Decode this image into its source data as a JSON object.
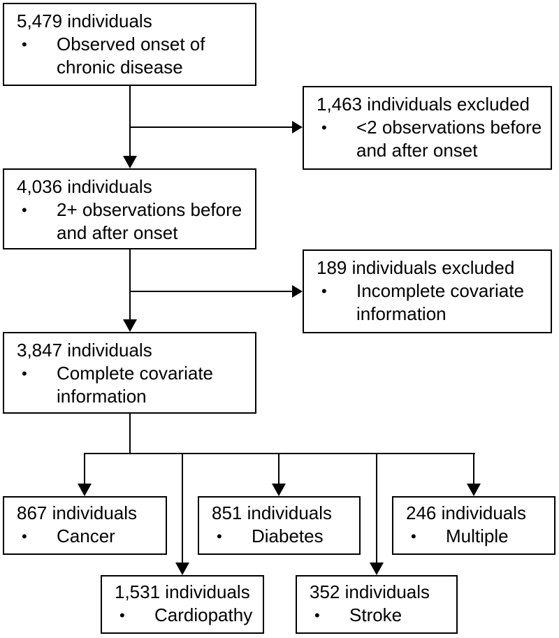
{
  "figure": {
    "type": "study-flow-diagram",
    "bullet_char": "•"
  },
  "colors": {
    "border": "#000000",
    "text": "#000000",
    "background": "#ffffff"
  },
  "boxes": {
    "enrolled": {
      "title": "5,479 individuals",
      "bullet": "Observed onset of chronic disease",
      "bullet_lines": [
        "Observed onset of",
        "chronic disease"
      ]
    },
    "excluded1": {
      "title": "1,463 individuals excluded",
      "bullet": "<2 observations before and after onset",
      "bullet_lines": [
        "<2 observations before",
        "and after onset"
      ]
    },
    "observations": {
      "title": "4,036 individuals",
      "bullet": "2+ observations before and after onset",
      "bullet_lines": [
        "2+ observations before",
        "and after onset"
      ]
    },
    "excluded2": {
      "title": "189 individuals excluded",
      "bullet": "Incomplete covariate information",
      "bullet_lines": [
        "Incomplete covariate",
        "information"
      ]
    },
    "complete": {
      "title": "3,847 individuals",
      "bullet": "Complete covariate information",
      "bullet_lines": [
        "Complete covariate",
        "information"
      ]
    },
    "cancer": {
      "title": "867 individuals",
      "bullet": "Cancer",
      "bullet_lines": [
        "Cancer"
      ]
    },
    "diabetes": {
      "title": "851 individuals",
      "bullet": "Diabetes",
      "bullet_lines": [
        "Diabetes"
      ]
    },
    "multiple": {
      "title": "246 individuals",
      "bullet": "Multiple",
      "bullet_lines": [
        "Multiple"
      ]
    },
    "cardiopathy": {
      "title": "1,531 individuals",
      "bullet": "Cardiopathy",
      "bullet_lines": [
        "Cardiopathy"
      ]
    },
    "stroke": {
      "title": "352 individuals",
      "bullet": "Stroke",
      "bullet_lines": [
        "Stroke"
      ]
    }
  }
}
